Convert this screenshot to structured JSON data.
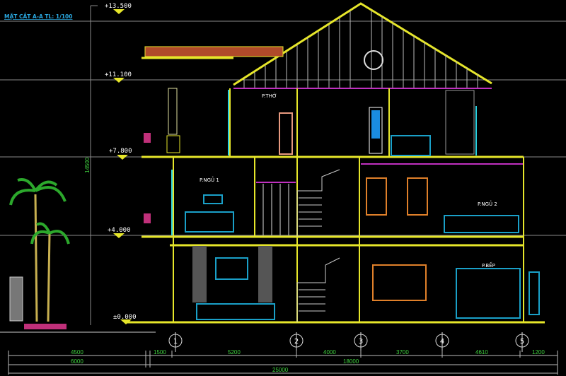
{
  "title": "MẶT CẮT A-A TL: 1/100",
  "levels": [
    "+13.500",
    "+11.100",
    "+7.800",
    "+4.000",
    "±0.000"
  ],
  "total_height": "14500",
  "rooms": {
    "worship": "P.THỜ",
    "bedroom1": "P.NGỦ 1",
    "bedroom2": "P.NGỦ 2",
    "kitchen": "P.BẾP"
  },
  "axes": [
    "1",
    "2",
    "3",
    "4",
    "5"
  ],
  "dimensions": {
    "row1": [
      "4500",
      "1500",
      "5200",
      "4000",
      "3700",
      "4610",
      "1200"
    ],
    "row2": [
      "6000",
      "18000"
    ],
    "total": "25000"
  },
  "colors": {
    "background": "#000000",
    "structure": "#e6e62a",
    "furniture": "#1aa0c8",
    "dimension_text": "#3fd23f",
    "roof_tiles": "#b04a2a",
    "ceiling": "#c030c0"
  }
}
